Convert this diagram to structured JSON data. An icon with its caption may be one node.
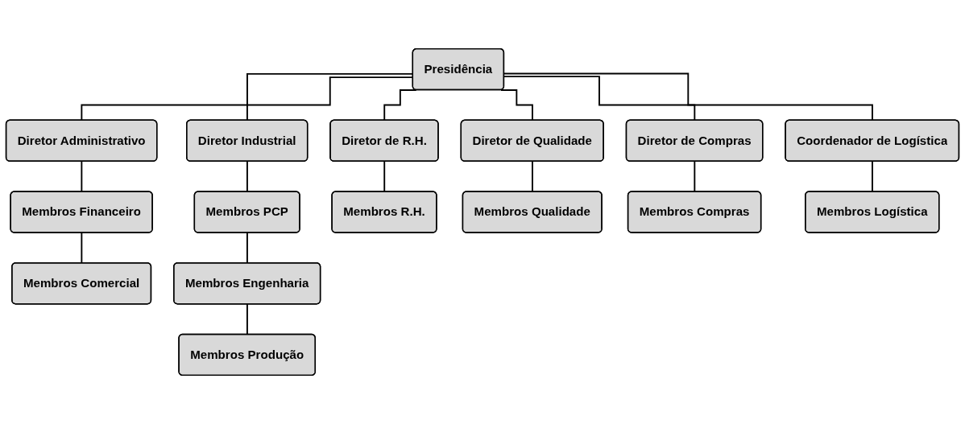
{
  "diagram": {
    "nodes": [
      {
        "text": [
          "Presidência"
        ]
      },
      {
        "text": [
          "Diretor Administrativo"
        ]
      },
      {
        "text": [
          "Membros Financeiro"
        ]
      },
      {
        "text": [
          "Membros Comercial"
        ]
      },
      {
        "text": [
          "Diretor Industrial"
        ]
      },
      {
        "text": [
          "Membros PCP"
        ]
      },
      {
        "text": [
          "Membros Engenharia"
        ]
      },
      {
        "text": [
          "Membros Produção"
        ]
      },
      {
        "text": [
          "Diretor de R.H."
        ]
      },
      {
        "text": [
          "Membros R.H."
        ]
      },
      {
        "text": [
          "Diretor de Qualidade"
        ]
      },
      {
        "text": [
          "Membros Qualidade"
        ]
      },
      {
        "text": [
          "Diretor de Compras"
        ]
      },
      {
        "text": [
          "Membros Compras"
        ]
      },
      {
        "text": [
          "Coordenador de Logística"
        ]
      },
      {
        "text": [
          "Membros Logística"
        ]
      }
    ],
    "edges": [
      {
        "from": 0,
        "to": 1,
        "arrow": "none"
      },
      {
        "from": 1,
        "to": 2,
        "arrow": "none"
      },
      {
        "from": 2,
        "to": 3,
        "arrow": "none"
      },
      {
        "from": 0,
        "to": 4,
        "arrow": "none"
      },
      {
        "from": 4,
        "to": 5,
        "arrow": "none"
      },
      {
        "from": 5,
        "to": 6,
        "arrow": "none"
      },
      {
        "from": 6,
        "to": 7,
        "arrow": "none"
      },
      {
        "from": 0,
        "to": 8,
        "arrow": "none"
      },
      {
        "from": 8,
        "to": 9,
        "arrow": "none"
      },
      {
        "from": 0,
        "to": 10,
        "arrow": "none"
      },
      {
        "from": 10,
        "to": 11,
        "arrow": "none"
      },
      {
        "from": 0,
        "to": 12,
        "arrow": "none"
      },
      {
        "from": 12,
        "to": 13,
        "arrow": "none"
      },
      {
        "from": 0,
        "to": 14,
        "arrow": "none"
      },
      {
        "from": 14,
        "to": 15,
        "arrow": "none"
      }
    ]
  }
}
